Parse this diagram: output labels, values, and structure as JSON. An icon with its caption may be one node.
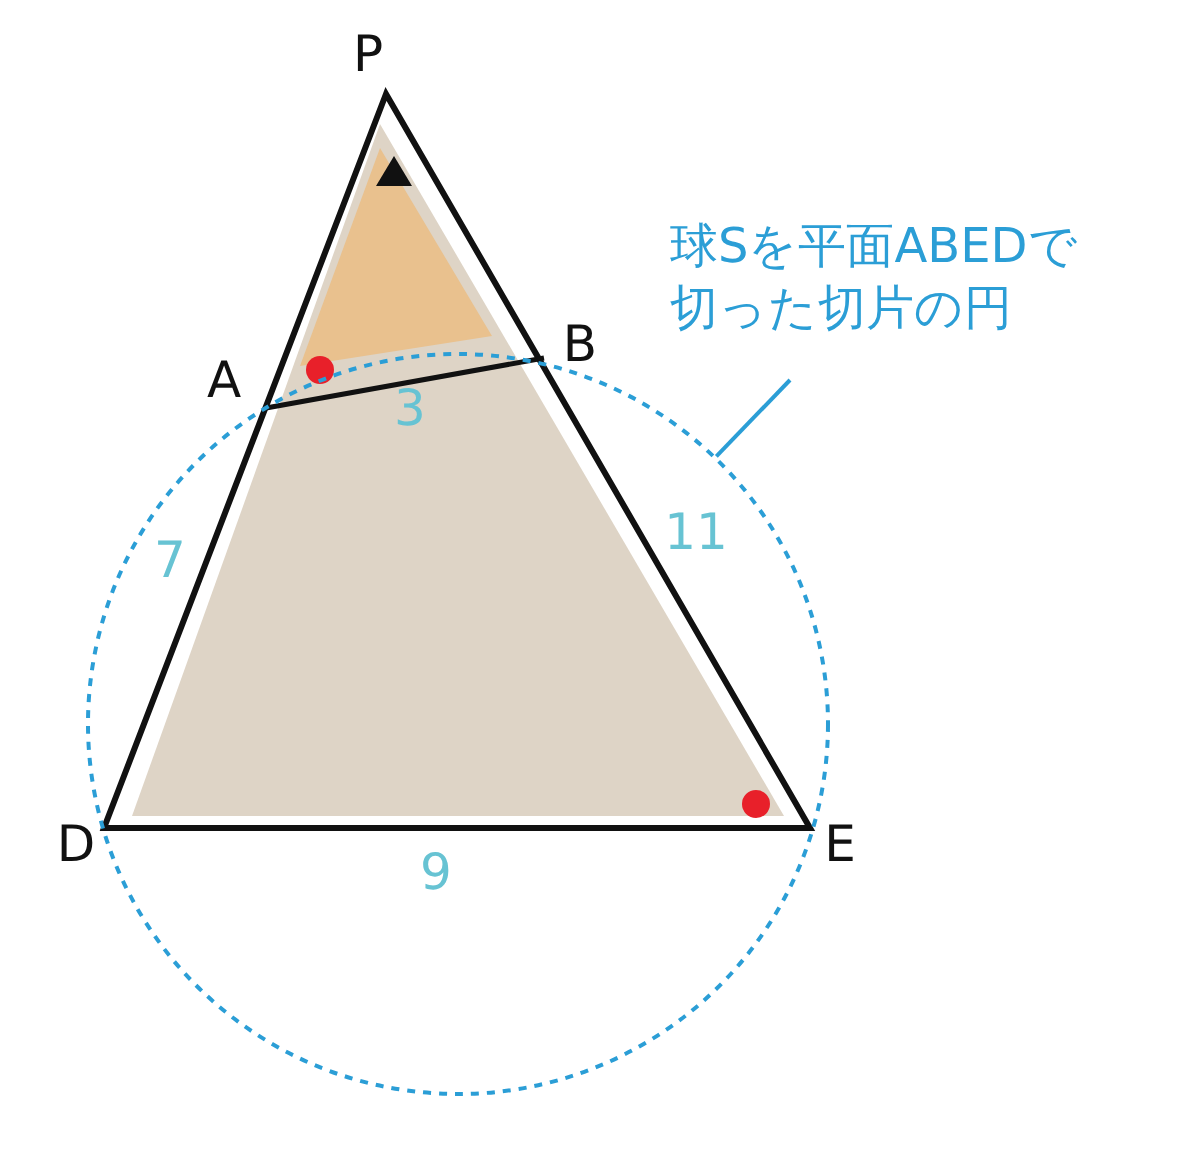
{
  "diagram": {
    "nodes": [
      {
        "text": [
          "球Sを平面ABEDで切った切片の円"
        ]
      },
      {
        "text": [],
        "shape": "circle"
      }
    ],
    "edges": [
      {
        "from": 0,
        "to": 1,
        "arrow": "none"
      }
    ],
    "labels": [
      "P",
      "B",
      "A",
      "3",
      "7",
      "11",
      "D",
      "E",
      "9"
    ]
  }
}
